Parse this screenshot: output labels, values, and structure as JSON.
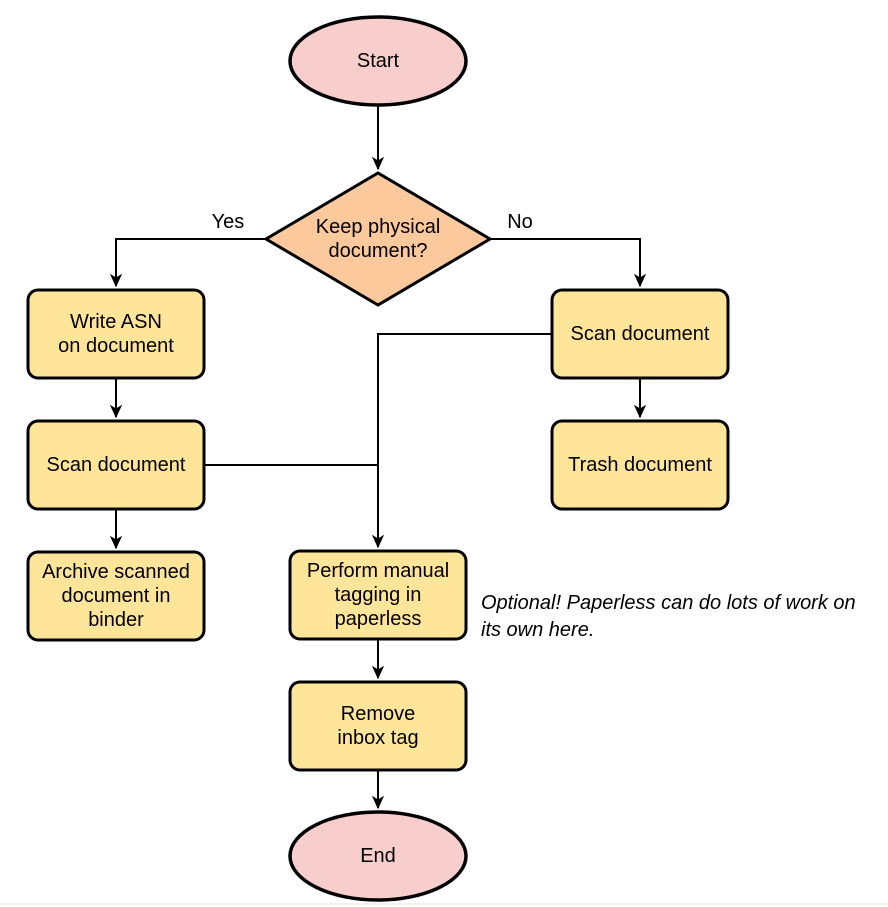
{
  "diagram": {
    "nodes": {
      "start": "Start",
      "decision": "Keep physical\ndocument?",
      "write_asn": "Write ASN\non document",
      "scan_left": "Scan document",
      "archive": "Archive scanned\ndocument in\nbinder",
      "scan_right": "Scan document",
      "trash": "Trash document",
      "tagging": "Perform manual\ntagging in\npaperless",
      "remove_inbox": "Remove\ninbox tag",
      "end": "End"
    },
    "edge_labels": {
      "yes": "Yes",
      "no": "No"
    },
    "annotation": "Optional! Paperless can do lots of work on\nits own here.",
    "colors": {
      "terminator_fill": "#F8CECC",
      "decision_fill": "#FCC99C",
      "process_fill": "#FFE599",
      "stroke": "#000000"
    }
  }
}
